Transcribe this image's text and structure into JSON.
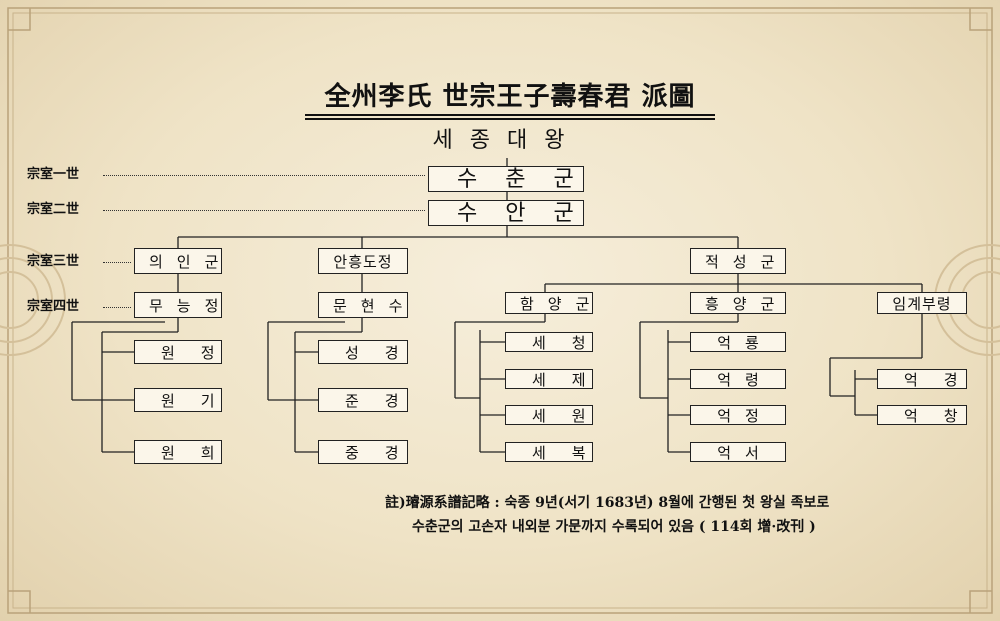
{
  "title": "全州李氏 世宗王子壽春君 派圖",
  "root": "세종대왕",
  "generations": [
    "宗室一世",
    "宗室二世",
    "宗室三世",
    "宗室四世"
  ],
  "nodes": {
    "n1": "수춘군",
    "n2": "수안군",
    "g3a": "의인군",
    "g3b": "안흥도정",
    "g3c": "적성군",
    "g4a": "무능정",
    "g4b": "문현수",
    "g4c": "함양군",
    "g4d": "흥양군",
    "g4e": "임계부령",
    "a1": "원정",
    "a2": "원기",
    "a3": "원희",
    "b1": "성경",
    "b2": "준경",
    "b3": "중경",
    "c1": "세청",
    "c2": "세제",
    "c3": "세원",
    "c4": "세복",
    "d1": "억룡",
    "d2": "억령",
    "d3": "억정",
    "d4": "억서",
    "e1": "억경",
    "e2": "억창"
  },
  "note": {
    "line1": "註)璿源系譜記略 : 숙종 9년(서기 1683년) 8월에 간행된 첫 왕실 족보로",
    "line2": "수춘군의 고손자 내외분 가문까지 수록되어 있음 ( 114회 增·改刊 )"
  }
}
